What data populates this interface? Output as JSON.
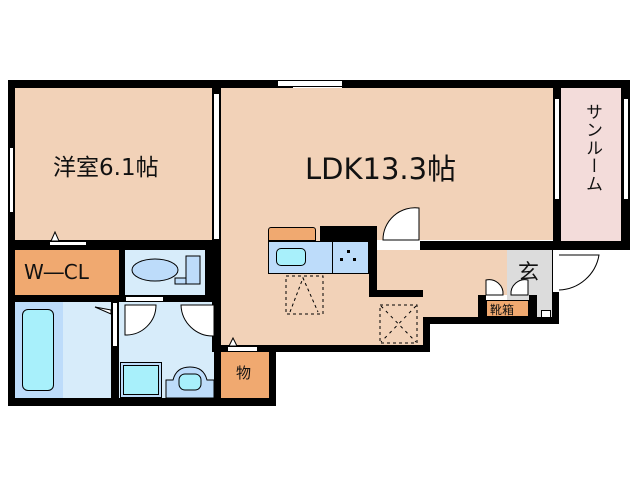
{
  "colors": {
    "wall": "#000000",
    "living": "#f2d2b8",
    "sunroom": "#f3dcda",
    "storage": "#f0a970",
    "wet": "#d7ecfa",
    "wet_dark": "#bddcfa",
    "fixture": "#a8f0fb",
    "entry": "#dcdcdc"
  },
  "rooms": {
    "western_room": {
      "label": "洋室6.1帖"
    },
    "ldk": {
      "label": "LDK13.3帖"
    },
    "sunroom": {
      "label": "サンルーム"
    },
    "walk_in_closet": {
      "label": "W―CL"
    },
    "storage": {
      "label": "物"
    },
    "entrance": {
      "label": "玄"
    },
    "shoe_box": {
      "label": "靴箱"
    }
  }
}
